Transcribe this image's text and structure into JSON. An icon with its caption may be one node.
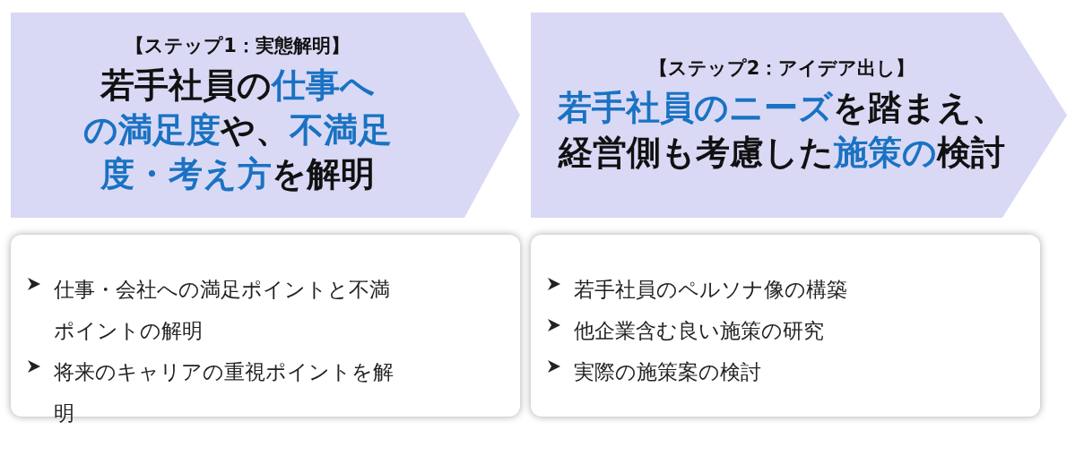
{
  "diagram": {
    "nodes": [
      {
        "text": [
          "【ステップ1：実態解明】",
          "若手社員の**仕事への満足度**や、**不満足度・考え方**を解明"
        ]
      },
      {
        "text": [
          "【ステップ2：アイデア出し】",
          "**若手社員のニーズ**を踏まえ、経営側も考慮した**施策の**検討"
        ]
      },
      {
        "text": [
          "仕事・会社への満足ポイントと不満ポイントの解明",
          "将来のキャリアの重視ポイントを解明"
        ]
      },
      {
        "text": [
          "若手社員のペルソナ像の構築",
          "他企業含む良い施策の研究",
          "実際の施策案の検討"
        ]
      }
    ]
  }
}
